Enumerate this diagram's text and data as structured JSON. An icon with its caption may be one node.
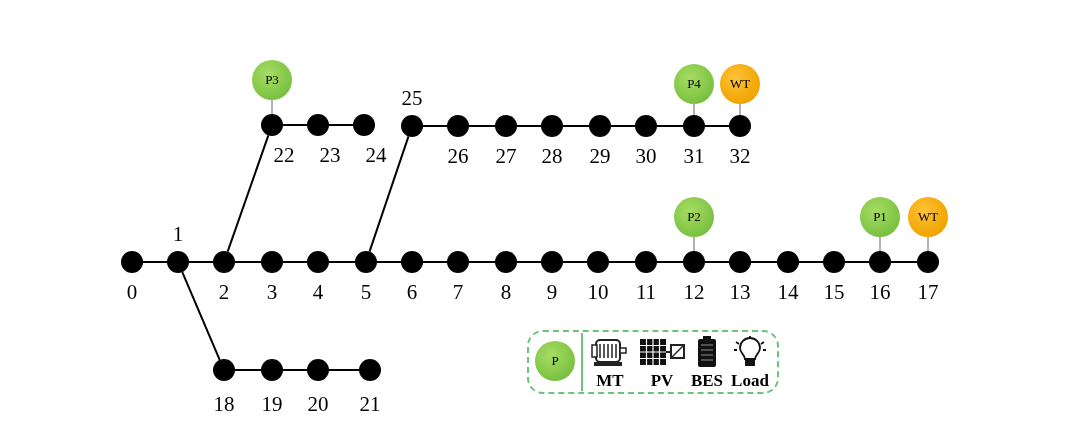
{
  "diagram": {
    "nodes": [
      {
        "text": [],
        "shape": "circle",
        "beside": [
          "0"
        ]
      },
      {
        "text": [],
        "shape": "circle",
        "beside": [
          "1"
        ]
      },
      {
        "text": [],
        "shape": "circle",
        "beside": [
          "2"
        ]
      },
      {
        "text": [],
        "shape": "circle",
        "beside": [
          "3"
        ]
      },
      {
        "text": [],
        "shape": "circle",
        "beside": [
          "4"
        ]
      },
      {
        "text": [],
        "shape": "circle",
        "beside": [
          "5"
        ]
      },
      {
        "text": [],
        "shape": "circle",
        "beside": [
          "6"
        ]
      },
      {
        "text": [],
        "shape": "circle",
        "beside": [
          "7"
        ]
      },
      {
        "text": [],
        "shape": "circle",
        "beside": [
          "8"
        ]
      },
      {
        "text": [],
        "shape": "circle",
        "beside": [
          "9"
        ]
      },
      {
        "text": [],
        "shape": "circle",
        "beside": [
          "10"
        ]
      },
      {
        "text": [],
        "shape": "circle",
        "beside": [
          "11"
        ]
      },
      {
        "text": [],
        "shape": "circle",
        "beside": [
          "12"
        ]
      },
      {
        "text": [],
        "shape": "circle",
        "beside": [
          "13"
        ]
      },
      {
        "text": [],
        "shape": "circle",
        "beside": [
          "14"
        ]
      },
      {
        "text": [],
        "shape": "circle",
        "beside": [
          "15"
        ]
      },
      {
        "text": [],
        "shape": "circle",
        "beside": [
          "16"
        ]
      },
      {
        "text": [],
        "shape": "circle",
        "beside": [
          "17"
        ]
      },
      {
        "text": [],
        "shape": "circle",
        "beside": [
          "18"
        ]
      },
      {
        "text": [],
        "shape": "circle",
        "beside": [
          "19"
        ]
      },
      {
        "text": [],
        "shape": "circle",
        "beside": [
          "20"
        ]
      },
      {
        "text": [],
        "shape": "circle",
        "beside": [
          "21"
        ]
      },
      {
        "text": [],
        "shape": "circle",
        "beside": [
          "22"
        ]
      },
      {
        "text": [],
        "shape": "circle",
        "beside": [
          "23"
        ]
      },
      {
        "text": [],
        "shape": "circle",
        "beside": [
          "24"
        ]
      },
      {
        "text": [],
        "shape": "circle",
        "beside": [
          "25"
        ]
      },
      {
        "text": [],
        "shape": "circle",
        "beside": [
          "26"
        ]
      },
      {
        "text": [],
        "shape": "circle",
        "beside": [
          "27"
        ]
      },
      {
        "text": [],
        "shape": "circle",
        "beside": [
          "28"
        ]
      },
      {
        "text": [],
        "shape": "circle",
        "beside": [
          "29"
        ]
      },
      {
        "text": [],
        "shape": "circle",
        "beside": [
          "30"
        ]
      },
      {
        "text": [],
        "shape": "circle",
        "beside": [
          "31"
        ]
      },
      {
        "text": [],
        "shape": "circle",
        "beside": [
          "32"
        ]
      },
      {
        "text": [
          "P3"
        ]
      },
      {
        "text": [
          "P4"
        ]
      },
      {
        "text": [
          "WT"
        ]
      },
      {
        "text": [
          "P2"
        ]
      },
      {
        "text": [
          "P1"
        ]
      },
      {
        "text": [
          "WT"
        ]
      },
      {
        "text": [
          "P"
        ]
      }
    ],
    "edges": [
      {
        "from": 0,
        "to": 1,
        "arrow": "none"
      },
      {
        "from": 1,
        "to": 2,
        "arrow": "none"
      },
      {
        "from": 2,
        "to": 3,
        "arrow": "none"
      },
      {
        "from": 3,
        "to": 4,
        "arrow": "none"
      },
      {
        "from": 4,
        "to": 5,
        "arrow": "none"
      },
      {
        "from": 5,
        "to": 6,
        "arrow": "none"
      },
      {
        "from": 6,
        "to": 7,
        "arrow": "none"
      },
      {
        "from": 7,
        "to": 8,
        "arrow": "none"
      },
      {
        "from": 8,
        "to": 9,
        "arrow": "none"
      },
      {
        "from": 9,
        "to": 10,
        "arrow": "none"
      },
      {
        "from": 10,
        "to": 11,
        "arrow": "none"
      },
      {
        "from": 11,
        "to": 12,
        "arrow": "none"
      },
      {
        "from": 12,
        "to": 13,
        "arrow": "none"
      },
      {
        "from": 13,
        "to": 14,
        "arrow": "none"
      },
      {
        "from": 14,
        "to": 15,
        "arrow": "none"
      },
      {
        "from": 15,
        "to": 16,
        "arrow": "none"
      },
      {
        "from": 16,
        "to": 17,
        "arrow": "none"
      },
      {
        "from": 1,
        "to": 18,
        "arrow": "none"
      },
      {
        "from": 18,
        "to": 19,
        "arrow": "none"
      },
      {
        "from": 19,
        "to": 20,
        "arrow": "none"
      },
      {
        "from": 20,
        "to": 21,
        "arrow": "none"
      },
      {
        "from": 2,
        "to": 22,
        "arrow": "none"
      },
      {
        "from": 22,
        "to": 23,
        "arrow": "none"
      },
      {
        "from": 23,
        "to": 24,
        "arrow": "none"
      },
      {
        "from": 5,
        "to": 25,
        "arrow": "none"
      },
      {
        "from": 25,
        "to": 26,
        "arrow": "none"
      },
      {
        "from": 26,
        "to": 27,
        "arrow": "none"
      },
      {
        "from": 27,
        "to": 28,
        "arrow": "none"
      },
      {
        "from": 28,
        "to": 29,
        "arrow": "none"
      },
      {
        "from": 29,
        "to": 30,
        "arrow": "none"
      },
      {
        "from": 30,
        "to": 31,
        "arrow": "none"
      },
      {
        "from": 31,
        "to": 32,
        "arrow": "none"
      },
      {
        "from": 33,
        "to": 22,
        "arrow": "none",
        "color": "#808080"
      },
      {
        "from": 34,
        "to": 31,
        "arrow": "none",
        "color": "#808080"
      },
      {
        "from": 35,
        "to": 32,
        "arrow": "none",
        "color": "#808080"
      },
      {
        "from": 36,
        "to": 12,
        "arrow": "none",
        "color": "#808080"
      },
      {
        "from": 37,
        "to": 16,
        "arrow": "none",
        "color": "#808080"
      },
      {
        "from": 38,
        "to": 17,
        "arrow": "none",
        "color": "#808080"
      }
    ],
    "legend": [
      {
        "text": "MT"
      },
      {
        "text": "PV"
      },
      {
        "text": "BES"
      },
      {
        "text": "Load"
      }
    ]
  }
}
